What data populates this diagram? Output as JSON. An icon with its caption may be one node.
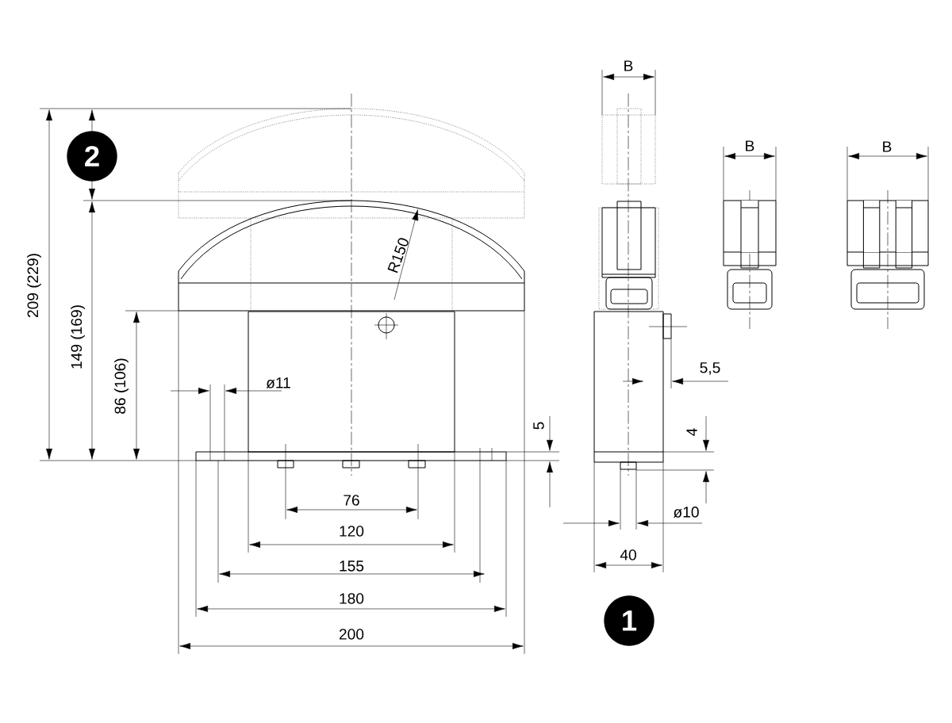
{
  "diagram": {
    "labels": [
      "B",
      "B",
      "B",
      "2",
      "209 (229)",
      "149 (169)",
      "R150",
      "86 (106)",
      "ø11",
      "5,5",
      "5",
      "4",
      "76",
      "ø10",
      "120",
      "40",
      "155",
      "180",
      "1",
      "200"
    ]
  }
}
